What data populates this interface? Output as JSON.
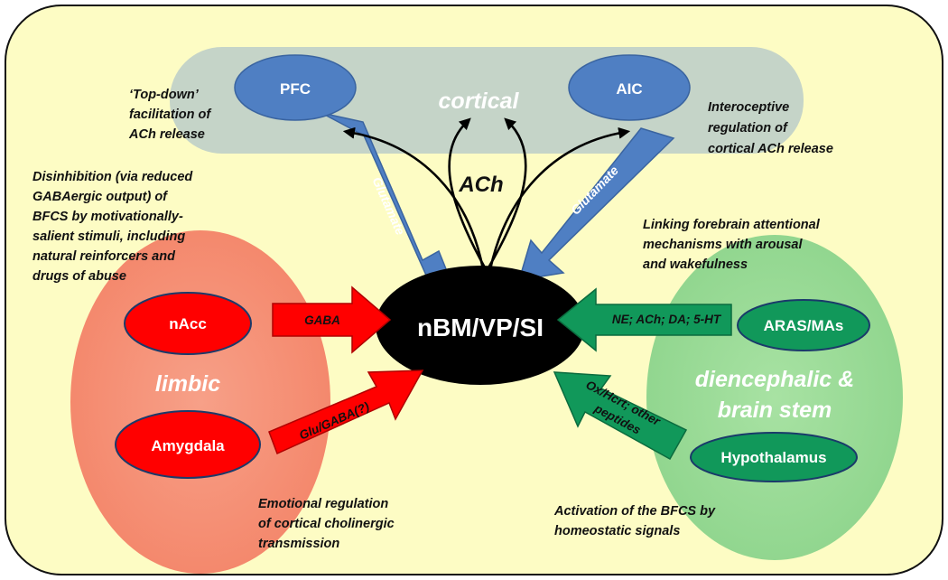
{
  "regions": {
    "cortical": "cortical",
    "limbic": "limbic",
    "diencephalic": [
      "diencephalic &",
      "brain stem"
    ]
  },
  "nodes": {
    "center": "nBM/VP/SI",
    "pfc": "PFC",
    "aic": "AIC",
    "nacc": "nAcc",
    "amygdala": "Amygdala",
    "aras": "ARAS/MAs",
    "hypothalamus": "Hypothalamus"
  },
  "arrows": {
    "ach": "ACh",
    "glutamate_left": "Glutamate",
    "glutamate_right": "Glutamate",
    "gaba": "GABA",
    "glu_gaba": "Glu/GABA(?)",
    "ne_ach": "NE; ACh; DA; 5-HT",
    "ox_hcrt": [
      "Ox/Hcrt; other",
      "peptides"
    ]
  },
  "notes": {
    "top_down": [
      "‘Top-down’",
      "facilitation of",
      "ACh release"
    ],
    "interoceptive": [
      "Interoceptive",
      "regulation of",
      "cortical ACh release"
    ],
    "disinhibition": [
      "Disinhibition (via reduced",
      "GABAergic output)  of",
      "BFCS by motivationally-",
      "salient stimuli, including",
      "natural reinforcers and",
      "drugs of abuse"
    ],
    "linking": [
      "Linking forebrain attentional",
      "mechanisms with arousal",
      "and wakefulness"
    ],
    "emotional": [
      "Emotional regulation",
      "of cortical cholinergic",
      "transmission"
    ],
    "activation": [
      "Activation of the BFCS by",
      "homeostatic signals"
    ]
  },
  "colors": {
    "background": "#fdfcc4",
    "cortical_band": "#c5d4c8",
    "limbic": "#f4866a",
    "diencephalic": "#96da94",
    "blue_node": "#4f7fc3",
    "red": "#ff0000",
    "green_node": "#11985a",
    "center": "#000000"
  }
}
